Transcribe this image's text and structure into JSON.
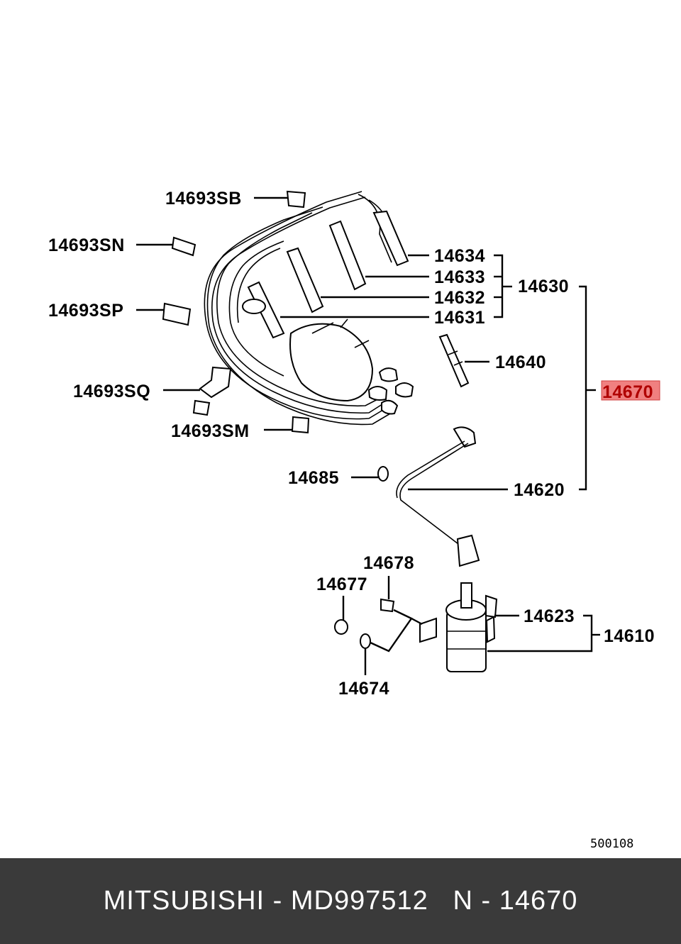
{
  "labels": {
    "l14693SB": "14693SB",
    "l14693SN": "14693SN",
    "l14693SP": "14693SP",
    "l14693SQ": "14693SQ",
    "l14693SM": "14693SM",
    "l14634": "14634",
    "l14633": "14633",
    "l14632": "14632",
    "l14631": "14631",
    "l14630": "14630",
    "l14640": "14640",
    "l14670": "14670",
    "l14685": "14685",
    "l14620": "14620",
    "l14678": "14678",
    "l14677": "14677",
    "l14623": "14623",
    "l14610": "14610",
    "l14674": "14674"
  },
  "highlighted_part": "14670",
  "diagram_code": "500108",
  "footer": {
    "brand": "MITSUBISHI",
    "sep1": " - ",
    "part_number": "MD997512",
    "gap": "   ",
    "n_label": "N",
    "sep2": " - ",
    "ref": "14670"
  },
  "colors": {
    "highlight": "#f08080",
    "footer_bg": "#3a3a3a"
  }
}
